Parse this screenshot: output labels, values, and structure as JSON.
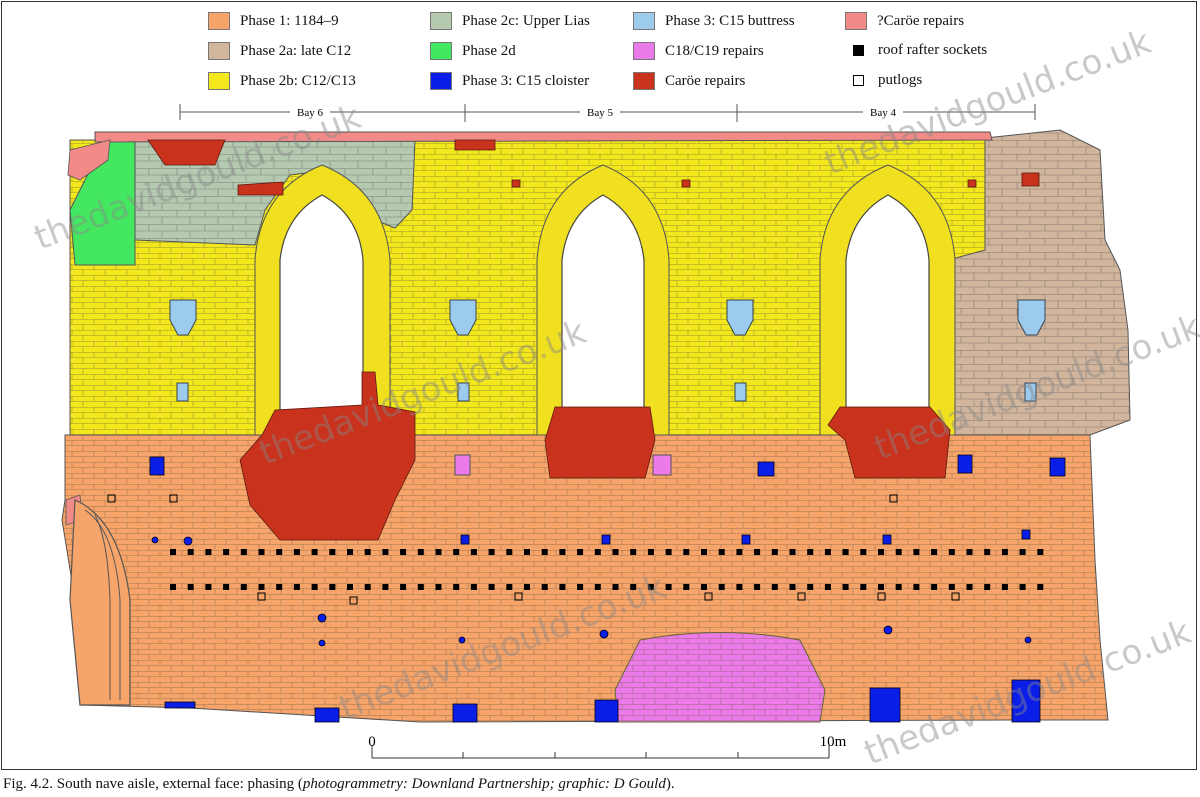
{
  "legend": [
    {
      "label": "Phase 1: 1184–9",
      "color": "#f7a46a",
      "marker": "swatch"
    },
    {
      "label": "Phase 2a: late C12",
      "color": "#d1b59c",
      "marker": "swatch"
    },
    {
      "label": "Phase 2b: C12/C13",
      "color": "#f2e81c",
      "marker": "swatch"
    },
    {
      "label": "Phase 2c: Upper Lias",
      "color": "#b5c8b0",
      "marker": "swatch"
    },
    {
      "label": "Phase 2d",
      "color": "#44e860",
      "marker": "swatch"
    },
    {
      "label": "Phase 3: C15 cloister",
      "color": "#0a1ee8",
      "marker": "swatch"
    },
    {
      "label": "Phase 3: C15 buttress",
      "color": "#9ccbee",
      "marker": "swatch"
    },
    {
      "label": "C18/C19 repairs",
      "color": "#ec7ae8",
      "marker": "swatch"
    },
    {
      "label": "Caröe repairs",
      "color": "#c9321c",
      "marker": "swatch"
    },
    {
      "label": "?Caröe repairs",
      "color": "#f28a88",
      "marker": "swatch"
    },
    {
      "label": "roof rafter sockets",
      "color": "#000000",
      "marker": "filled-square"
    },
    {
      "label": "putlogs",
      "color": "#ffffff",
      "marker": "open-square"
    }
  ],
  "bays": [
    "Bay 6",
    "Bay 5",
    "Bay 4"
  ],
  "scale": {
    "start": "0",
    "end": "10m"
  },
  "watermark": "thedavidgould.co.uk",
  "caption": {
    "prefix": "Fig. 4.2. South nave aisle, external face: phasing (",
    "italic1": "photogrammetry: Downland Partnership; graphic: D Gould",
    "suffix": ")."
  }
}
